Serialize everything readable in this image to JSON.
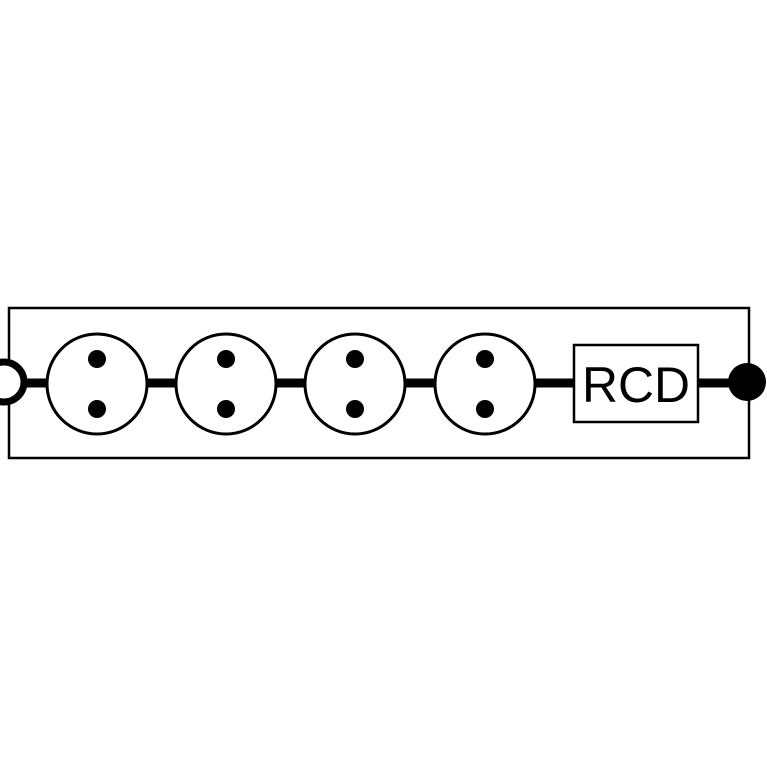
{
  "diagram": {
    "rcd_label": "RCD",
    "socket_count": 4,
    "colors": {
      "stroke": "#000000",
      "background": "#ffffff"
    },
    "components": [
      {
        "type": "input-terminal",
        "icon": "open-circle"
      },
      {
        "type": "socket",
        "icon": "two-pin-socket"
      },
      {
        "type": "socket",
        "icon": "two-pin-socket"
      },
      {
        "type": "socket",
        "icon": "two-pin-socket"
      },
      {
        "type": "socket",
        "icon": "two-pin-socket"
      },
      {
        "type": "rcd",
        "icon": "labeled-box"
      },
      {
        "type": "output-terminal",
        "icon": "filled-circle"
      }
    ]
  }
}
